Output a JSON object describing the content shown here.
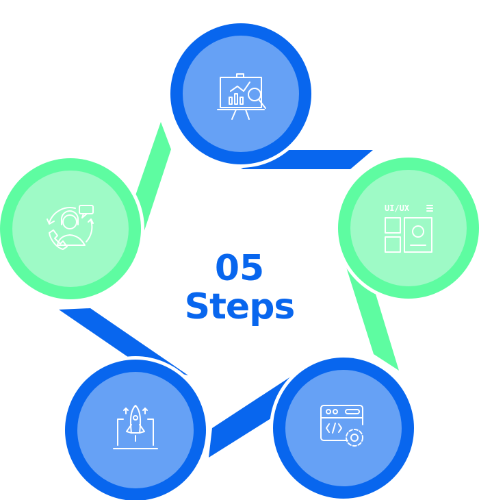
{
  "center": {
    "number": "05",
    "label": "Steps"
  },
  "colors": {
    "blue": "#0866EE",
    "blue_light": "#66A1F5",
    "green": "#5EFCA1",
    "green_light": "#9EFAC6"
  },
  "steps": [
    {
      "icon": "presentation-analytics-icon",
      "color": "blue"
    },
    {
      "icon": "ui-ux-design-icon",
      "color": "green",
      "badge": "UI/UX"
    },
    {
      "icon": "code-settings-icon",
      "color": "blue"
    },
    {
      "icon": "rocket-launch-icon",
      "color": "blue"
    },
    {
      "icon": "customer-support-icon",
      "color": "green"
    }
  ]
}
